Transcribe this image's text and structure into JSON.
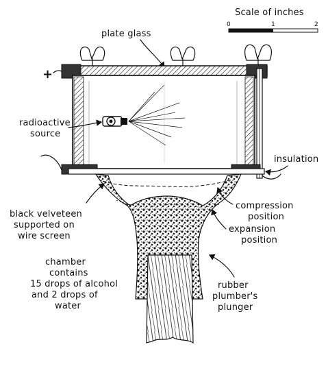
{
  "diagram": {
    "scale": {
      "title": "Scale of inches",
      "ticks": [
        "0",
        "1",
        "2"
      ]
    },
    "labels": {
      "plate_glass": "plate glass",
      "plus": "+",
      "radioactive_source_line1": "radioactive",
      "radioactive_source_line2": "source",
      "insulation": "insulation",
      "black_velveteen_line1": "black velveteen",
      "black_velveteen_line2": "supported on",
      "black_velveteen_line3": "wire screen",
      "compression_line1": "compression",
      "compression_line2": "position",
      "expansion_line1": "expansion",
      "expansion_line2": "position",
      "chamber_line1": "chamber",
      "chamber_line2": "contains",
      "chamber_line3": "15 drops of alcohol",
      "chamber_line4": "and  2 drops of",
      "chamber_line5": "water",
      "plunger_line1": "rubber",
      "plunger_line2": "plumber's",
      "plunger_line3": "plunger"
    }
  }
}
